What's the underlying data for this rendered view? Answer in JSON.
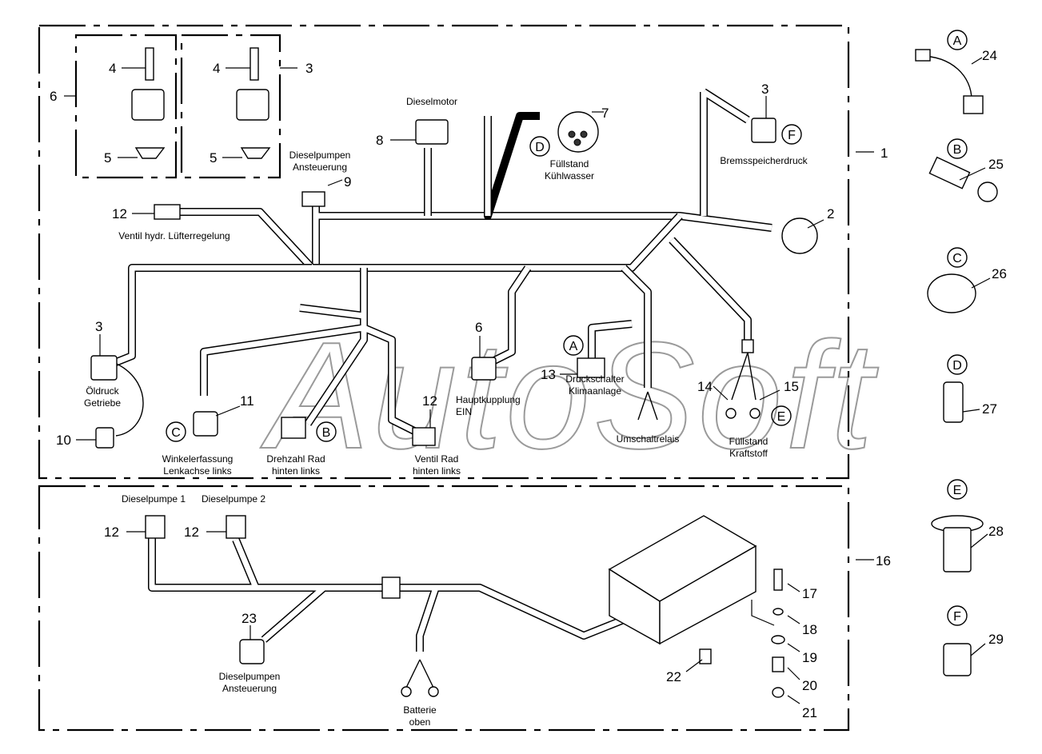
{
  "watermark": "AutoSoft",
  "callouts": {
    "n1": "1",
    "n2": "2",
    "n3a": "3",
    "n3b": "3",
    "n3c": "3",
    "n4a": "4",
    "n4b": "4",
    "n5a": "5",
    "n5b": "5",
    "n6a": "6",
    "n6b": "6",
    "n7": "7",
    "n8": "8",
    "n9": "9",
    "n10": "10",
    "n11": "11",
    "n12a": "12",
    "n12b": "12",
    "n12c": "12",
    "n12d": "12",
    "n13": "13",
    "n14": "14",
    "n15": "15",
    "n16": "16",
    "n17": "17",
    "n18": "18",
    "n19": "19",
    "n20": "20",
    "n21": "21",
    "n22": "22",
    "n23": "23",
    "n24": "24",
    "n25": "25",
    "n26": "26",
    "n27": "27",
    "n28": "28",
    "n29": "29"
  },
  "letters": {
    "a1": "A",
    "a2": "A",
    "b1": "B",
    "b2": "B",
    "c1": "C",
    "c2": "C",
    "d1": "D",
    "d2": "D",
    "e1": "E",
    "e2": "E",
    "f1": "F",
    "f2": "F"
  },
  "labels": {
    "dieselmotor": "Dieselmotor",
    "dieselpumpen_1": "Dieselpumpen",
    "dieselpumpen_2": "Ansteuerung",
    "fuellstand_kw_1": "Füllstand",
    "fuellstand_kw_2": "Kühlwasser",
    "bremsspeicher": "Bremsspeicherdruck",
    "ventil_luefter": "Ventil hydr. Lüfterregelung",
    "oeldruck_1": "Öldruck",
    "oeldruck_2": "Getriebe",
    "winkel_1": "Winkelerfassung",
    "winkel_2": "Lenkachse links",
    "drehzahl_1": "Drehzahl Rad",
    "drehzahl_2": "hinten links",
    "ventil_rad_1": "Ventil Rad",
    "ventil_rad_2": "hinten links",
    "hauptkupplung_1": "Hauptkupplung",
    "hauptkupplung_2": "EIN",
    "druckschalter_1": "Druckschalter",
    "druckschalter_2": "Klimaanlage",
    "umschaltrelais": "Umschaltrelais",
    "fuellstand_ks_1": "Füllstand",
    "fuellstand_ks_2": "Kraftstoff",
    "dieselpumpe1": "Dieselpumpe 1",
    "dieselpumpe2": "Dieselpumpe 2",
    "dp_ansteuerung_1": "Dieselpumpen",
    "dp_ansteuerung_2": "Ansteuerung",
    "batterie_1": "Batterie",
    "batterie_2": "oben"
  }
}
